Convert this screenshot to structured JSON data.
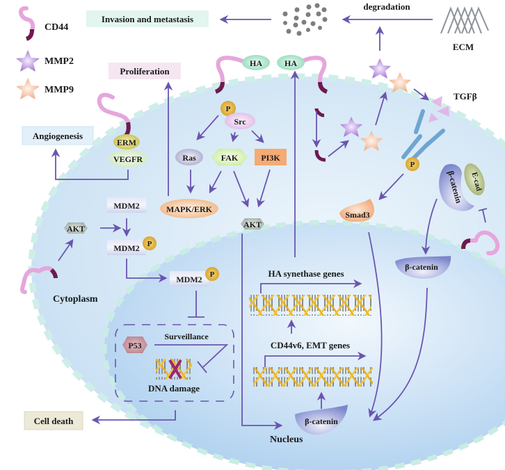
{
  "legend": {
    "items": [
      {
        "symbol": "cd44-receptor-icon",
        "label": "CD44"
      },
      {
        "symbol": "star-icon",
        "label": "MMP2",
        "color": "#b58ad6"
      },
      {
        "symbol": "star-icon",
        "label": "MMP9",
        "color": "#f3b99a"
      }
    ]
  },
  "outcomes": {
    "invasion": "Invasion and metastasis",
    "proliferation": "Proliferation",
    "angiogenesis": "Angiogenesis",
    "cell_death": "Cell death"
  },
  "extracellular": {
    "degradation": "degradation",
    "ecm": "ECM",
    "tgfb": "TGFβ",
    "ha_left": "HA",
    "ha_right": "HA"
  },
  "compartments": {
    "cytoplasm": "Cytoplasm",
    "nucleus": "Nucleus"
  },
  "nodes": {
    "erm": "ERM",
    "vegfr": "VEGFR",
    "p": "P",
    "src": "Src",
    "ras": "Ras",
    "fak": "FAK",
    "pi3k": "PI3K",
    "mapk_erk": "MAPK/ERK",
    "akt_center": "AKT",
    "akt_left": "AKT",
    "mdm2_top": "MDM2",
    "mdm2_mid": "MDM2",
    "mdm2_nuc": "MDM2",
    "smad3": "Smad3",
    "b_catenin_membrane": "β-catenin",
    "e_cad": "E-cad",
    "b_catenin_cyto": "β-catenin",
    "b_catenin_nuc": "β-catenin",
    "p53": "P53",
    "surveillance": "Surveillance",
    "dna_damage": "DNA damage",
    "ha_synthase_genes": "HA synethase genes",
    "cd44v6_emt_genes": "CD44v6, EMT genes"
  },
  "colors": {
    "arrow": "#6a55b0",
    "cell": "#d6e8f6",
    "nucleus": "#bfd9f0",
    "membrane_dash": "#cfeee9",
    "cd44_light": "#e6a6dc",
    "cd44_dark": "#6e1a4e",
    "phospho": "#e3b43c"
  }
}
